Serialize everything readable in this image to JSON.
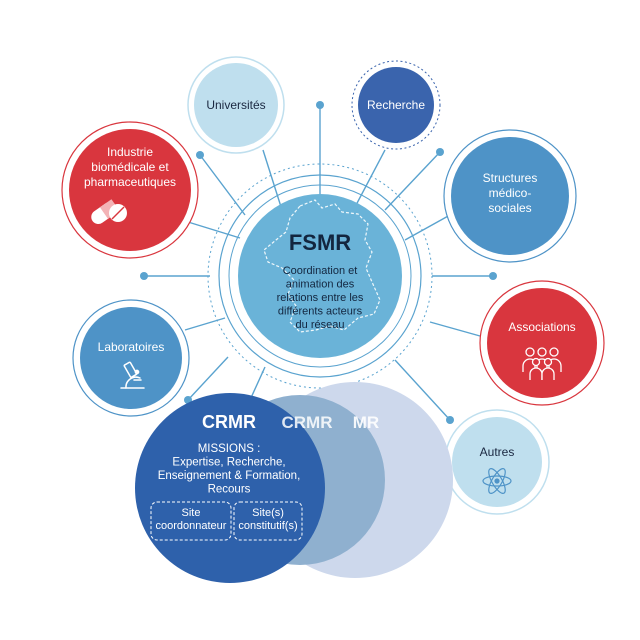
{
  "center": {
    "title": "FSMR",
    "description_lines": [
      "Coordination et",
      "animation des",
      "relations entre les",
      "différents acteurs",
      "du réseau"
    ]
  },
  "actors": [
    {
      "id": "universites",
      "lines": [
        "Universités"
      ],
      "icon": ""
    },
    {
      "id": "recherche",
      "lines": [
        "Recherche"
      ],
      "icon": ""
    },
    {
      "id": "industrie",
      "lines": [
        "Industrie",
        "biomédicale et",
        "pharmaceutiques"
      ],
      "icon": "pill-capsule-icon"
    },
    {
      "id": "structures",
      "lines": [
        "Structures",
        "médico-",
        "sociales"
      ],
      "icon": ""
    },
    {
      "id": "associations",
      "lines": [
        "Associations"
      ],
      "icon": "people-group-icon"
    },
    {
      "id": "laboratoires",
      "lines": [
        "Laboratoires"
      ],
      "icon": "microscope-icon"
    },
    {
      "id": "autres",
      "lines": [
        "Autres"
      ],
      "icon": "atom-icon"
    }
  ],
  "crmr": {
    "title": "CRMR",
    "ghost_titles": [
      "CRMR",
      "MR"
    ],
    "missions_lines": [
      "MISSIONS :",
      "Expertise, Recherche,",
      "Enseignement & Formation,",
      "Recours"
    ],
    "sites": [
      {
        "lines": [
          "Site",
          "coordonnateur"
        ]
      },
      {
        "lines": [
          "Site(s)",
          "constitutif(s)"
        ]
      }
    ]
  },
  "colors": {
    "light_blue": "#bfdfee",
    "dark_blue": "#3a64ad",
    "red": "#d9363e",
    "mid_blue": "#4e93c7",
    "center_blue": "#6ab3d8",
    "crmr_blue": "#2e61ab",
    "crmr_ghost1": "#8fb0cf",
    "crmr_ghost2": "#cdd8ec",
    "line": "#5aa3cf"
  }
}
